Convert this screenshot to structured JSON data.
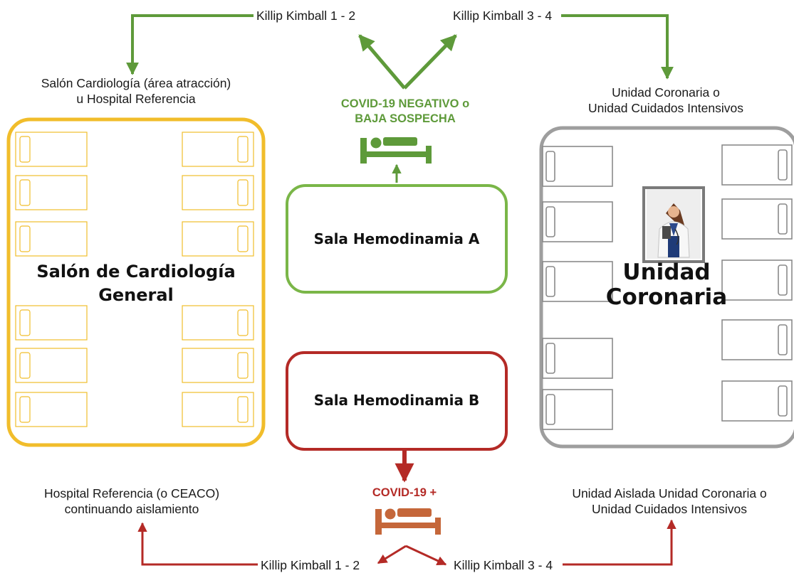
{
  "colors": {
    "green": "#5e9a3a",
    "red": "#b42a26",
    "orange_bed": "#c5673a",
    "yellow": "#f1bd2b",
    "gray": "#9e9e9e"
  },
  "rooms": {
    "cardiology": {
      "label": "Salón de Cardiología\nGeneral"
    },
    "coronary": {
      "label": "Unidad\nCoronaria"
    },
    "sala_a": {
      "label": "Sala Hemodinamia A"
    },
    "sala_b": {
      "label": "Sala Hemodinamia B"
    }
  },
  "status": {
    "negative": "COVID-19 NEGATIVO o\nBAJA SOSPECHA",
    "positive": "COVID-19 +"
  },
  "destinations": {
    "top_left": "Salón Cardiología (área atracción)\nu Hospital Referencia",
    "top_right": "Unidad Coronaria o\nUnidad Cuidados Intensivos",
    "bottom_left": "Hospital Referencia (o CEACO)\ncontinuando aislamiento",
    "bottom_right": "Unidad Aislada Unidad Coronaria o\nUnidad Cuidados Intensivos"
  },
  "flows": {
    "top_left": "Killip Kimball 1 - 2",
    "top_right": "Killip Kimball 3 - 4",
    "bottom_left": "Killip Kimball 1 - 2",
    "bottom_right": "Killip Kimball 3 - 4"
  },
  "icons": {
    "bed_green": "bed-icon",
    "bed_orange": "bed-icon",
    "doctor": "doctor-icon"
  }
}
